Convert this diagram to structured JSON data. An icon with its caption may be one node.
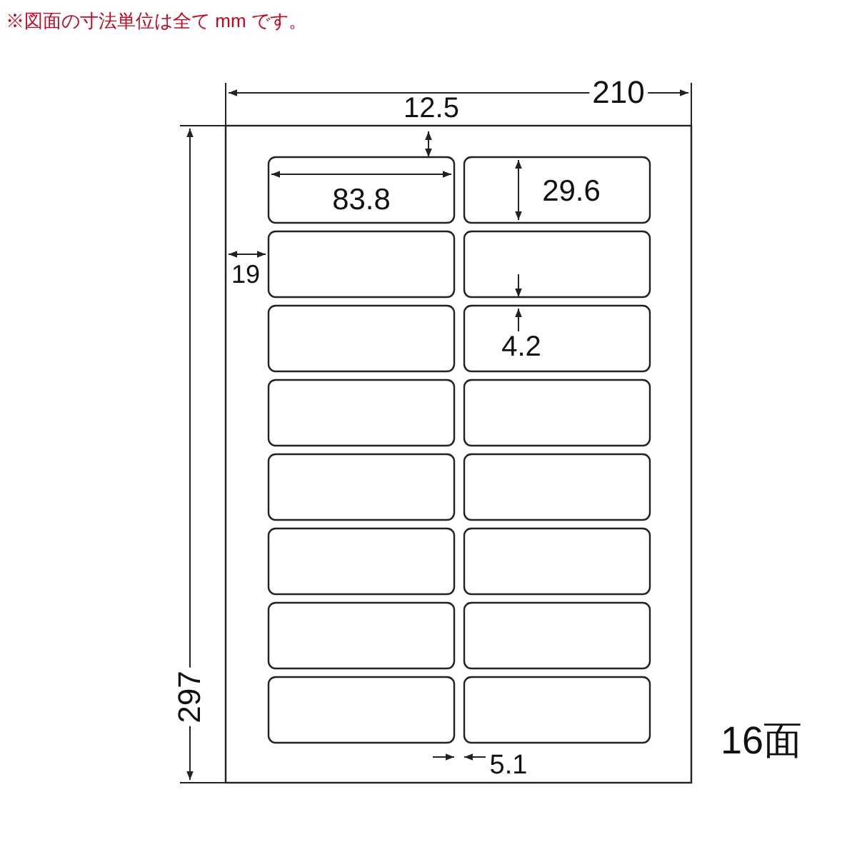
{
  "diagram": {
    "title": "※図面の寸法単位は全て mm です。",
    "labels": [
      "210",
      "12.5",
      "83.8",
      "29.6",
      "19",
      "4.2",
      "297",
      "16面",
      "5.1"
    ]
  }
}
